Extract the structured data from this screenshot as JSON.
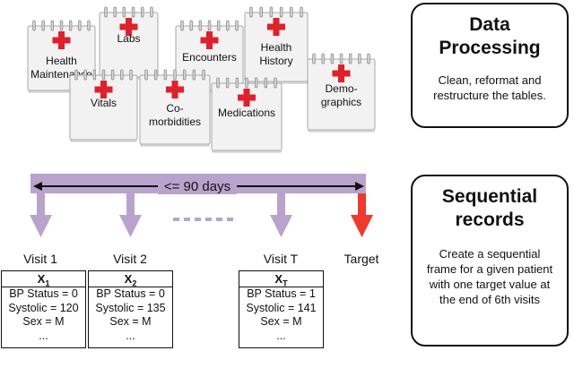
{
  "tables": {
    "health_maintenance": "Health Maintenance",
    "labs": "Labs",
    "encounters": "Encounters",
    "health_history": "Health History",
    "vitals": "Vitals",
    "comorbidities": "Co-morbidities",
    "medications": "Medications",
    "demographics": "Demo-graphics"
  },
  "data_processing": {
    "title_line1": "Data",
    "title_line2": "Processing",
    "desc_line1": "Clean, reformat and",
    "desc_line2": "restructure the tables."
  },
  "timeline": {
    "window_label": "<= 90 days"
  },
  "visits": {
    "visit1": "Visit 1",
    "visit2": "Visit 2",
    "visitT": "Visit T",
    "target": "Target"
  },
  "records": {
    "x1": {
      "var": "X",
      "sub": "1",
      "line1": "BP Status = 0",
      "line2": "Systolic = 120",
      "line3": "Sex = M",
      "line4": "..."
    },
    "x2": {
      "var": "X",
      "sub": "2",
      "line1": "BP Status = 0",
      "line2": "Systolic = 135",
      "line3": "Sex = M",
      "line4": "..."
    },
    "xT": {
      "var": "X",
      "sub": "T",
      "line1": "BP Status = 1",
      "line2": "Systolic = 141",
      "line3": "Sex = M",
      "line4": "..."
    }
  },
  "sequential": {
    "title_line1": "Sequential",
    "title_line2": "records",
    "desc_line1": "Create a sequential",
    "desc_line2": "frame for a given patient",
    "desc_line3": "with one target value at",
    "desc_line4": "the end of 6th visits"
  },
  "colors": {
    "arrow_purple": "#b9a3cc",
    "target_red": "#f03a2e",
    "cross_red": "#e0202a",
    "card_fill": "#f2f2f2"
  }
}
